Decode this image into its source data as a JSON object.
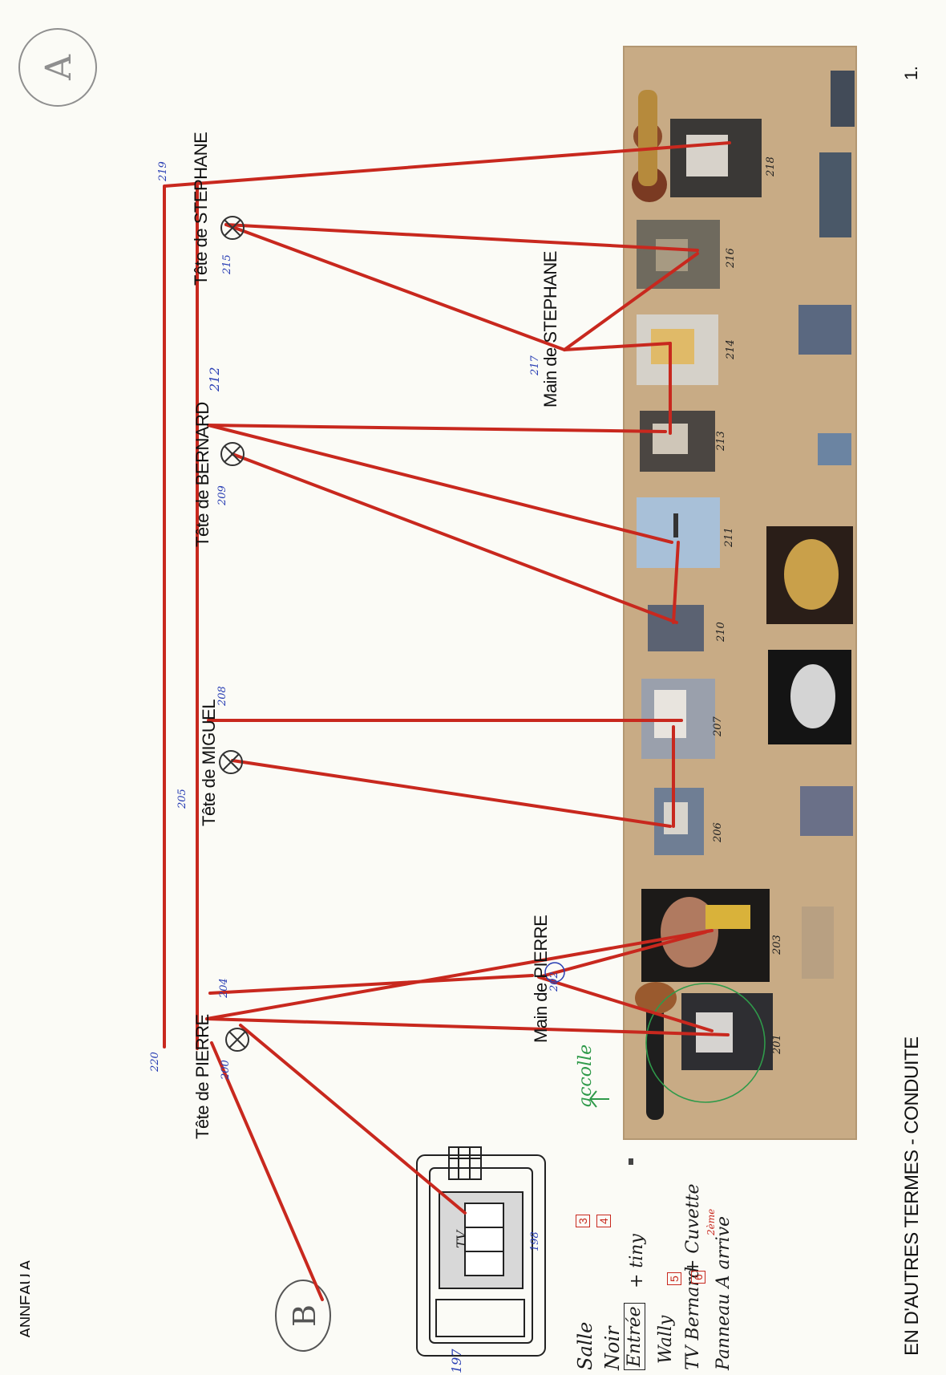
{
  "page": {
    "header_clipped": "ANNEAU A",
    "footer": "EN D'AUTRES TERMES - CONDUITE",
    "page_number": "1.",
    "circle_a": "A",
    "circle_b": "B"
  },
  "labels": {
    "tete_pierre": "Tête de PIERRE",
    "main_pierre": "Main de PIERRE",
    "tete_miguel": "Tête de MIGUEL",
    "tete_bernard": "Tête de BERNARD",
    "main_stephane": "Main de STEPHANE",
    "tete_stephane": "Tête de STEPHANE"
  },
  "numbers": {
    "n197": "197",
    "n198": "198",
    "n200": "200",
    "n201": "201",
    "n202": "202",
    "n203": "203",
    "n204": "204",
    "n205": "205",
    "n206": "206",
    "n207": "207",
    "n208": "208",
    "n209": "209",
    "n210": "210",
    "n211": "211",
    "n212": "212",
    "n213": "213",
    "n214": "214",
    "n215": "215",
    "n216": "216",
    "n217": "217",
    "n218": "218",
    "n219": "219",
    "n220": "220"
  },
  "tv": {
    "label": "TV"
  },
  "handwriting": {
    "n3": "3",
    "n4": "4",
    "n5": "5",
    "n6": "6",
    "salle": "Salle",
    "noir": "Noir",
    "entree": "Entrée",
    "tiny": "+ tiny",
    "wally": "Wally",
    "tv_bernard": "TV Bernard",
    "plus_cuvette": "+ Cuvette",
    "deuxieme": "2ème",
    "panneau": "Panneau A arrive",
    "accolle": "accolle"
  },
  "colors": {
    "red_line": "#c8281e",
    "blue_ink": "#2a3fb4",
    "board": "#c8ab85",
    "green_ink": "#2f9a4a"
  }
}
